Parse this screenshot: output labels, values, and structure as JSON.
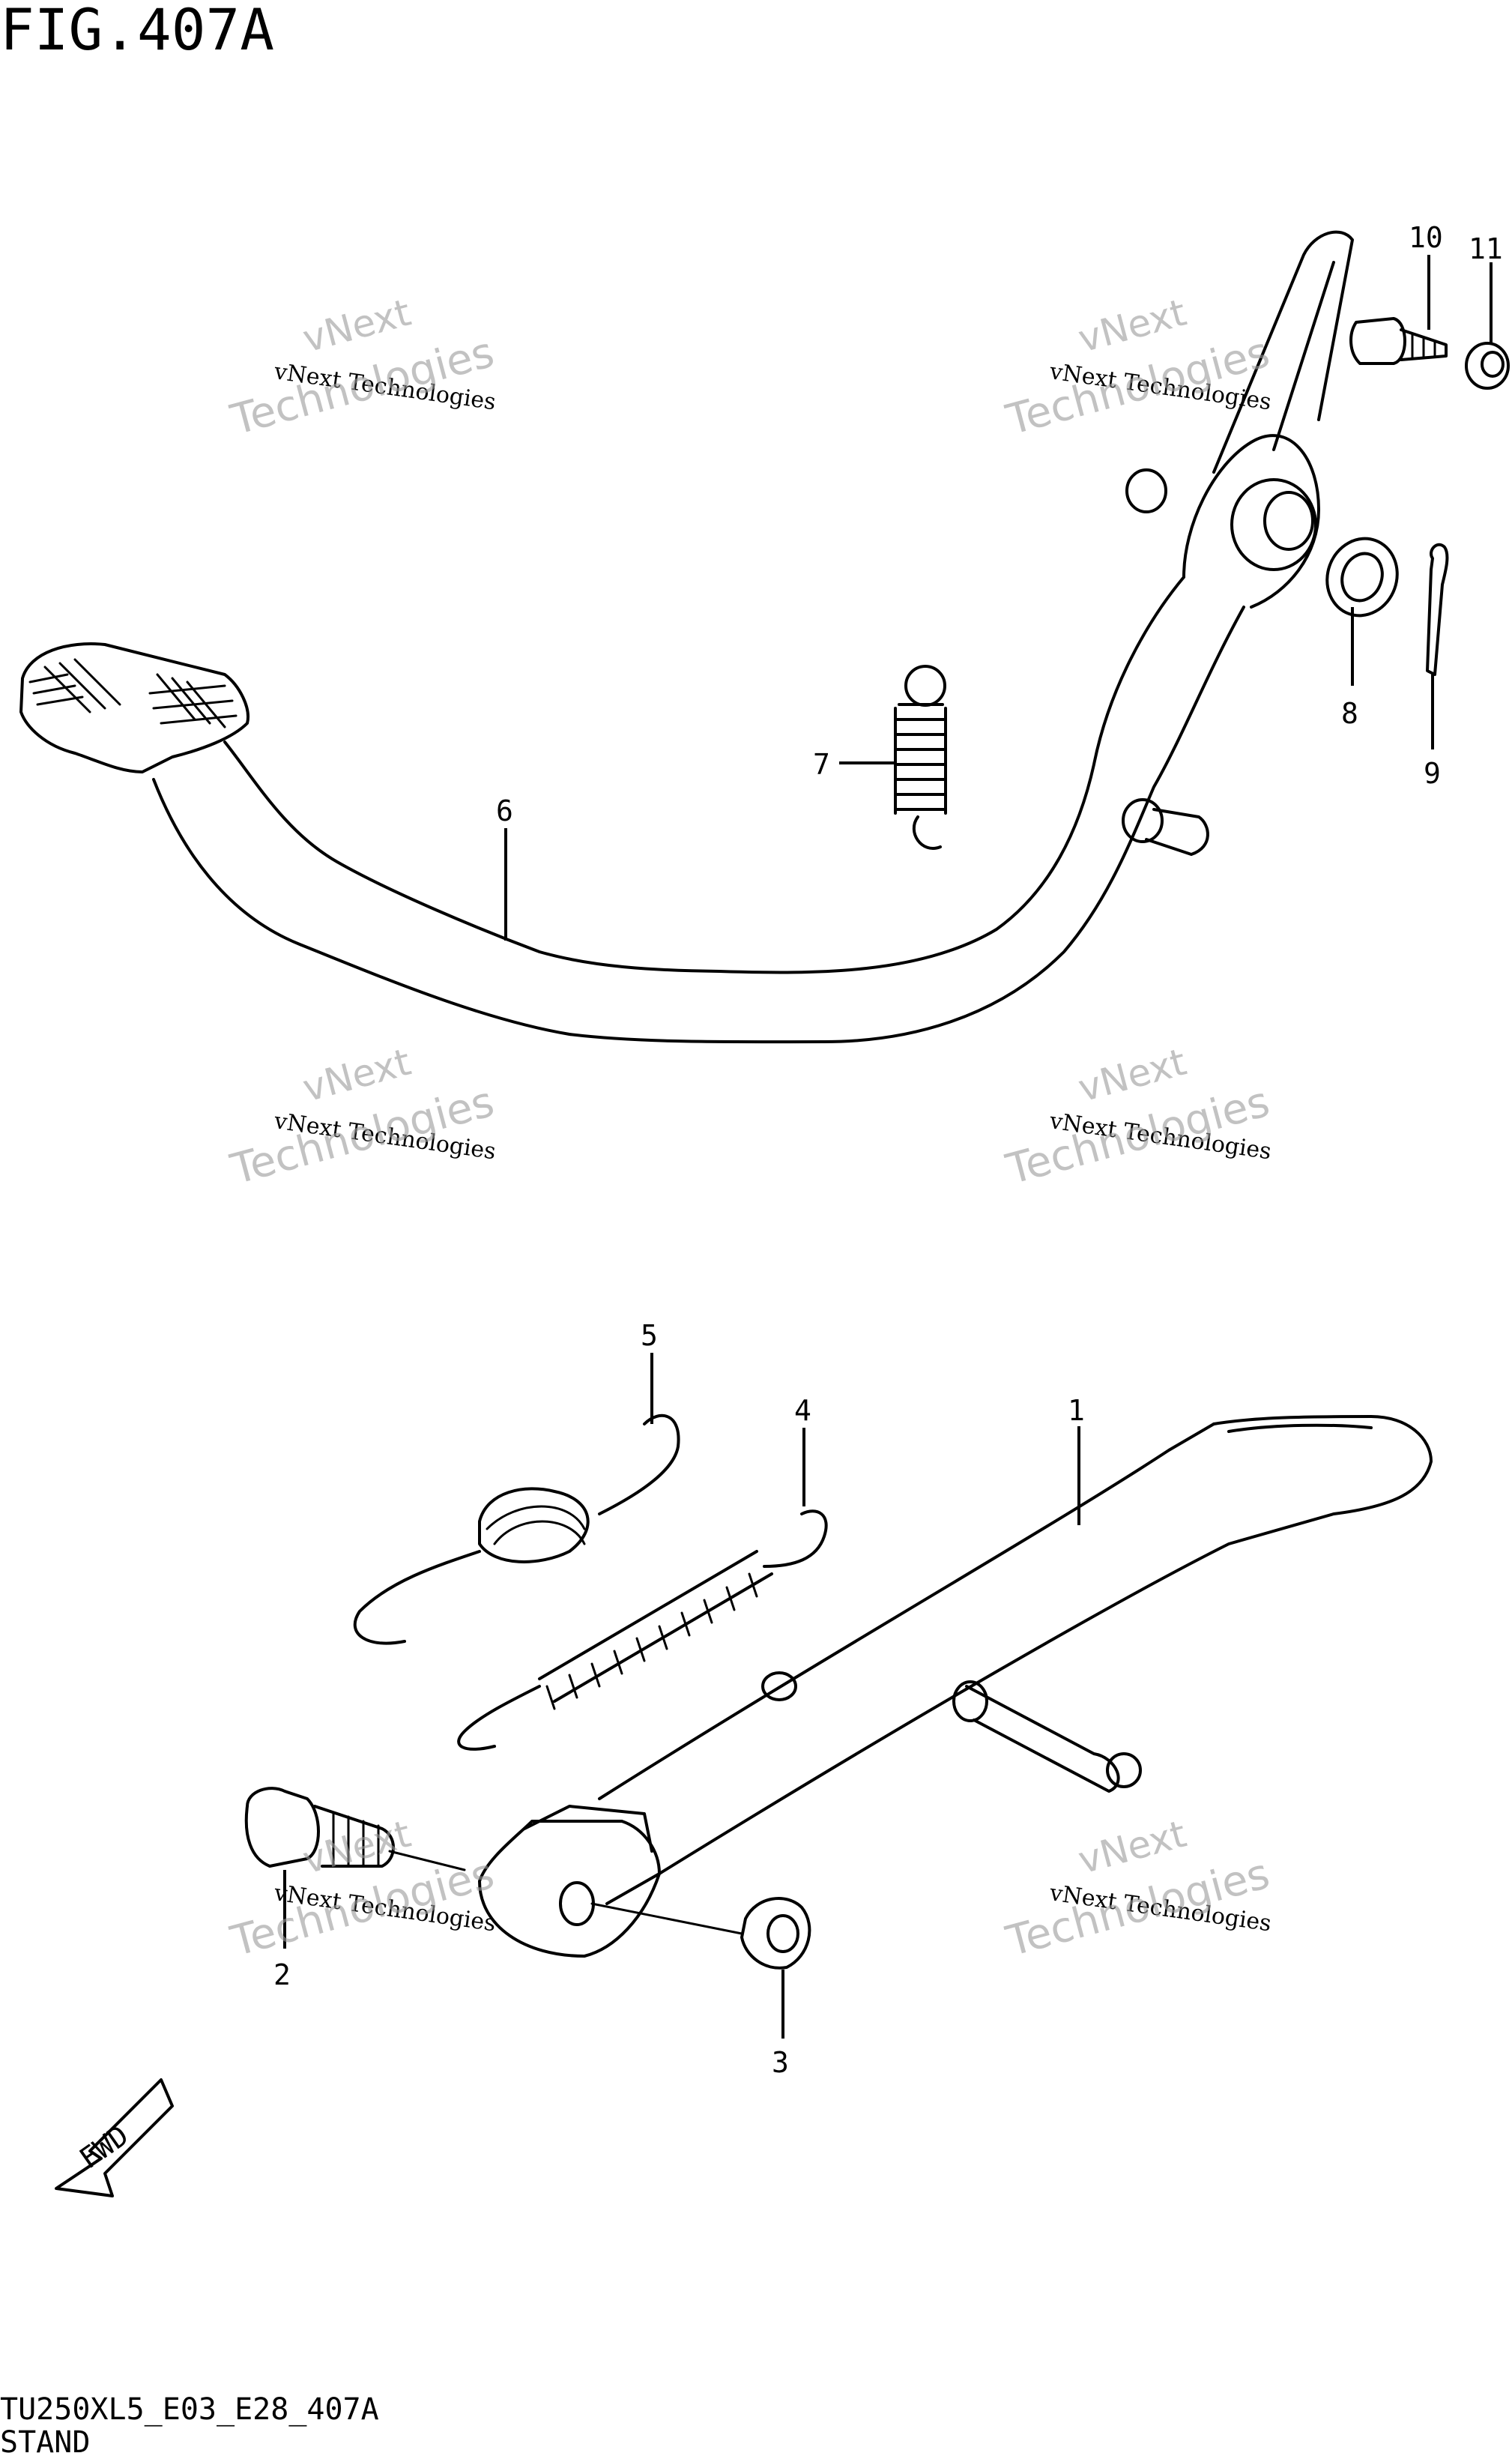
{
  "figure": {
    "title": "FIG.407A",
    "code": "TU250XL5_E03_E28_407A",
    "section": "STAND"
  },
  "callouts": [
    "1",
    "2",
    "3",
    "4",
    "5",
    "6",
    "7",
    "8",
    "9",
    "10",
    "11"
  ],
  "watermark": {
    "line1": "vNext Technologies",
    "line2": "vNext",
    "line3": "Technologies"
  },
  "fwd_label": "FWD"
}
